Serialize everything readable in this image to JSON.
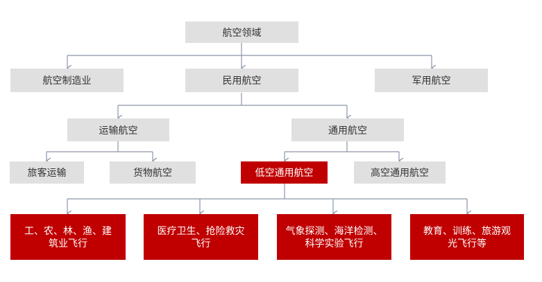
{
  "nodes": {
    "aviation": "航空领域",
    "manufacturing": "航空制造业",
    "civil": "民用航空",
    "military": "军用航空",
    "transport": "运输航空",
    "general": "通用航空",
    "passenger": "旅客运输",
    "cargo": "货物航空",
    "low_altitude": "低空通用航空",
    "high_altitude": "高空通用航空",
    "industrial": "工、农、林、渔、建筑业飞行",
    "medical": "医疗卫生、抢险救灾飞行",
    "science": "气象探测、海洋检测、科学实验飞行",
    "education": "教育、训练、旅游观光飞行等"
  },
  "colors": {
    "node_bg": "#e0e0e0",
    "highlight": "#c00000",
    "connector": "#8a95a8"
  }
}
